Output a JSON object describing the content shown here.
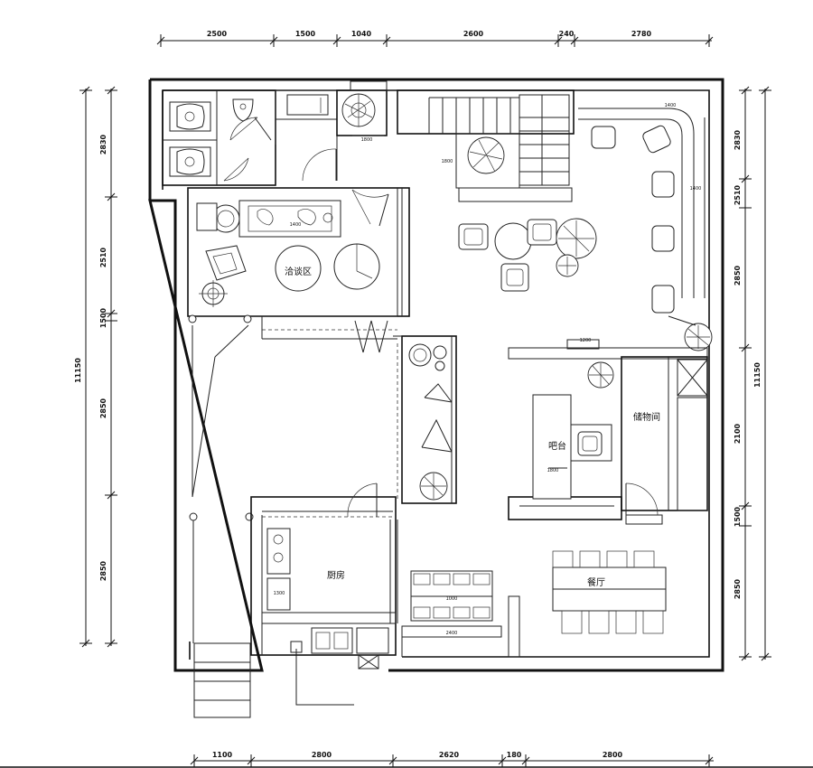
{
  "dimensions": {
    "top": [
      "2500",
      "1500",
      "1040",
      "2600",
      "240",
      "2780"
    ],
    "bottom": [
      "1100",
      "2800",
      "2620",
      "180",
      "2800"
    ],
    "left_outer": [
      "11150"
    ],
    "left_inner": [
      "2830",
      "2510",
      "1500",
      "2850",
      "2850"
    ],
    "right_outer": [
      "11150"
    ],
    "right_inner": [
      "2830",
      "2510",
      "2850",
      "2100",
      "1500",
      "2850"
    ]
  },
  "rooms": {
    "tea_room": "洽谈区",
    "storage": "储物间",
    "bar": "吧台",
    "kitchen": "厨房",
    "dining": "餐厅"
  },
  "small_labels": [
    "1400",
    "1400",
    "1800",
    "1200",
    "1800",
    "1300",
    "1000",
    "2400",
    "1800",
    "1400"
  ]
}
